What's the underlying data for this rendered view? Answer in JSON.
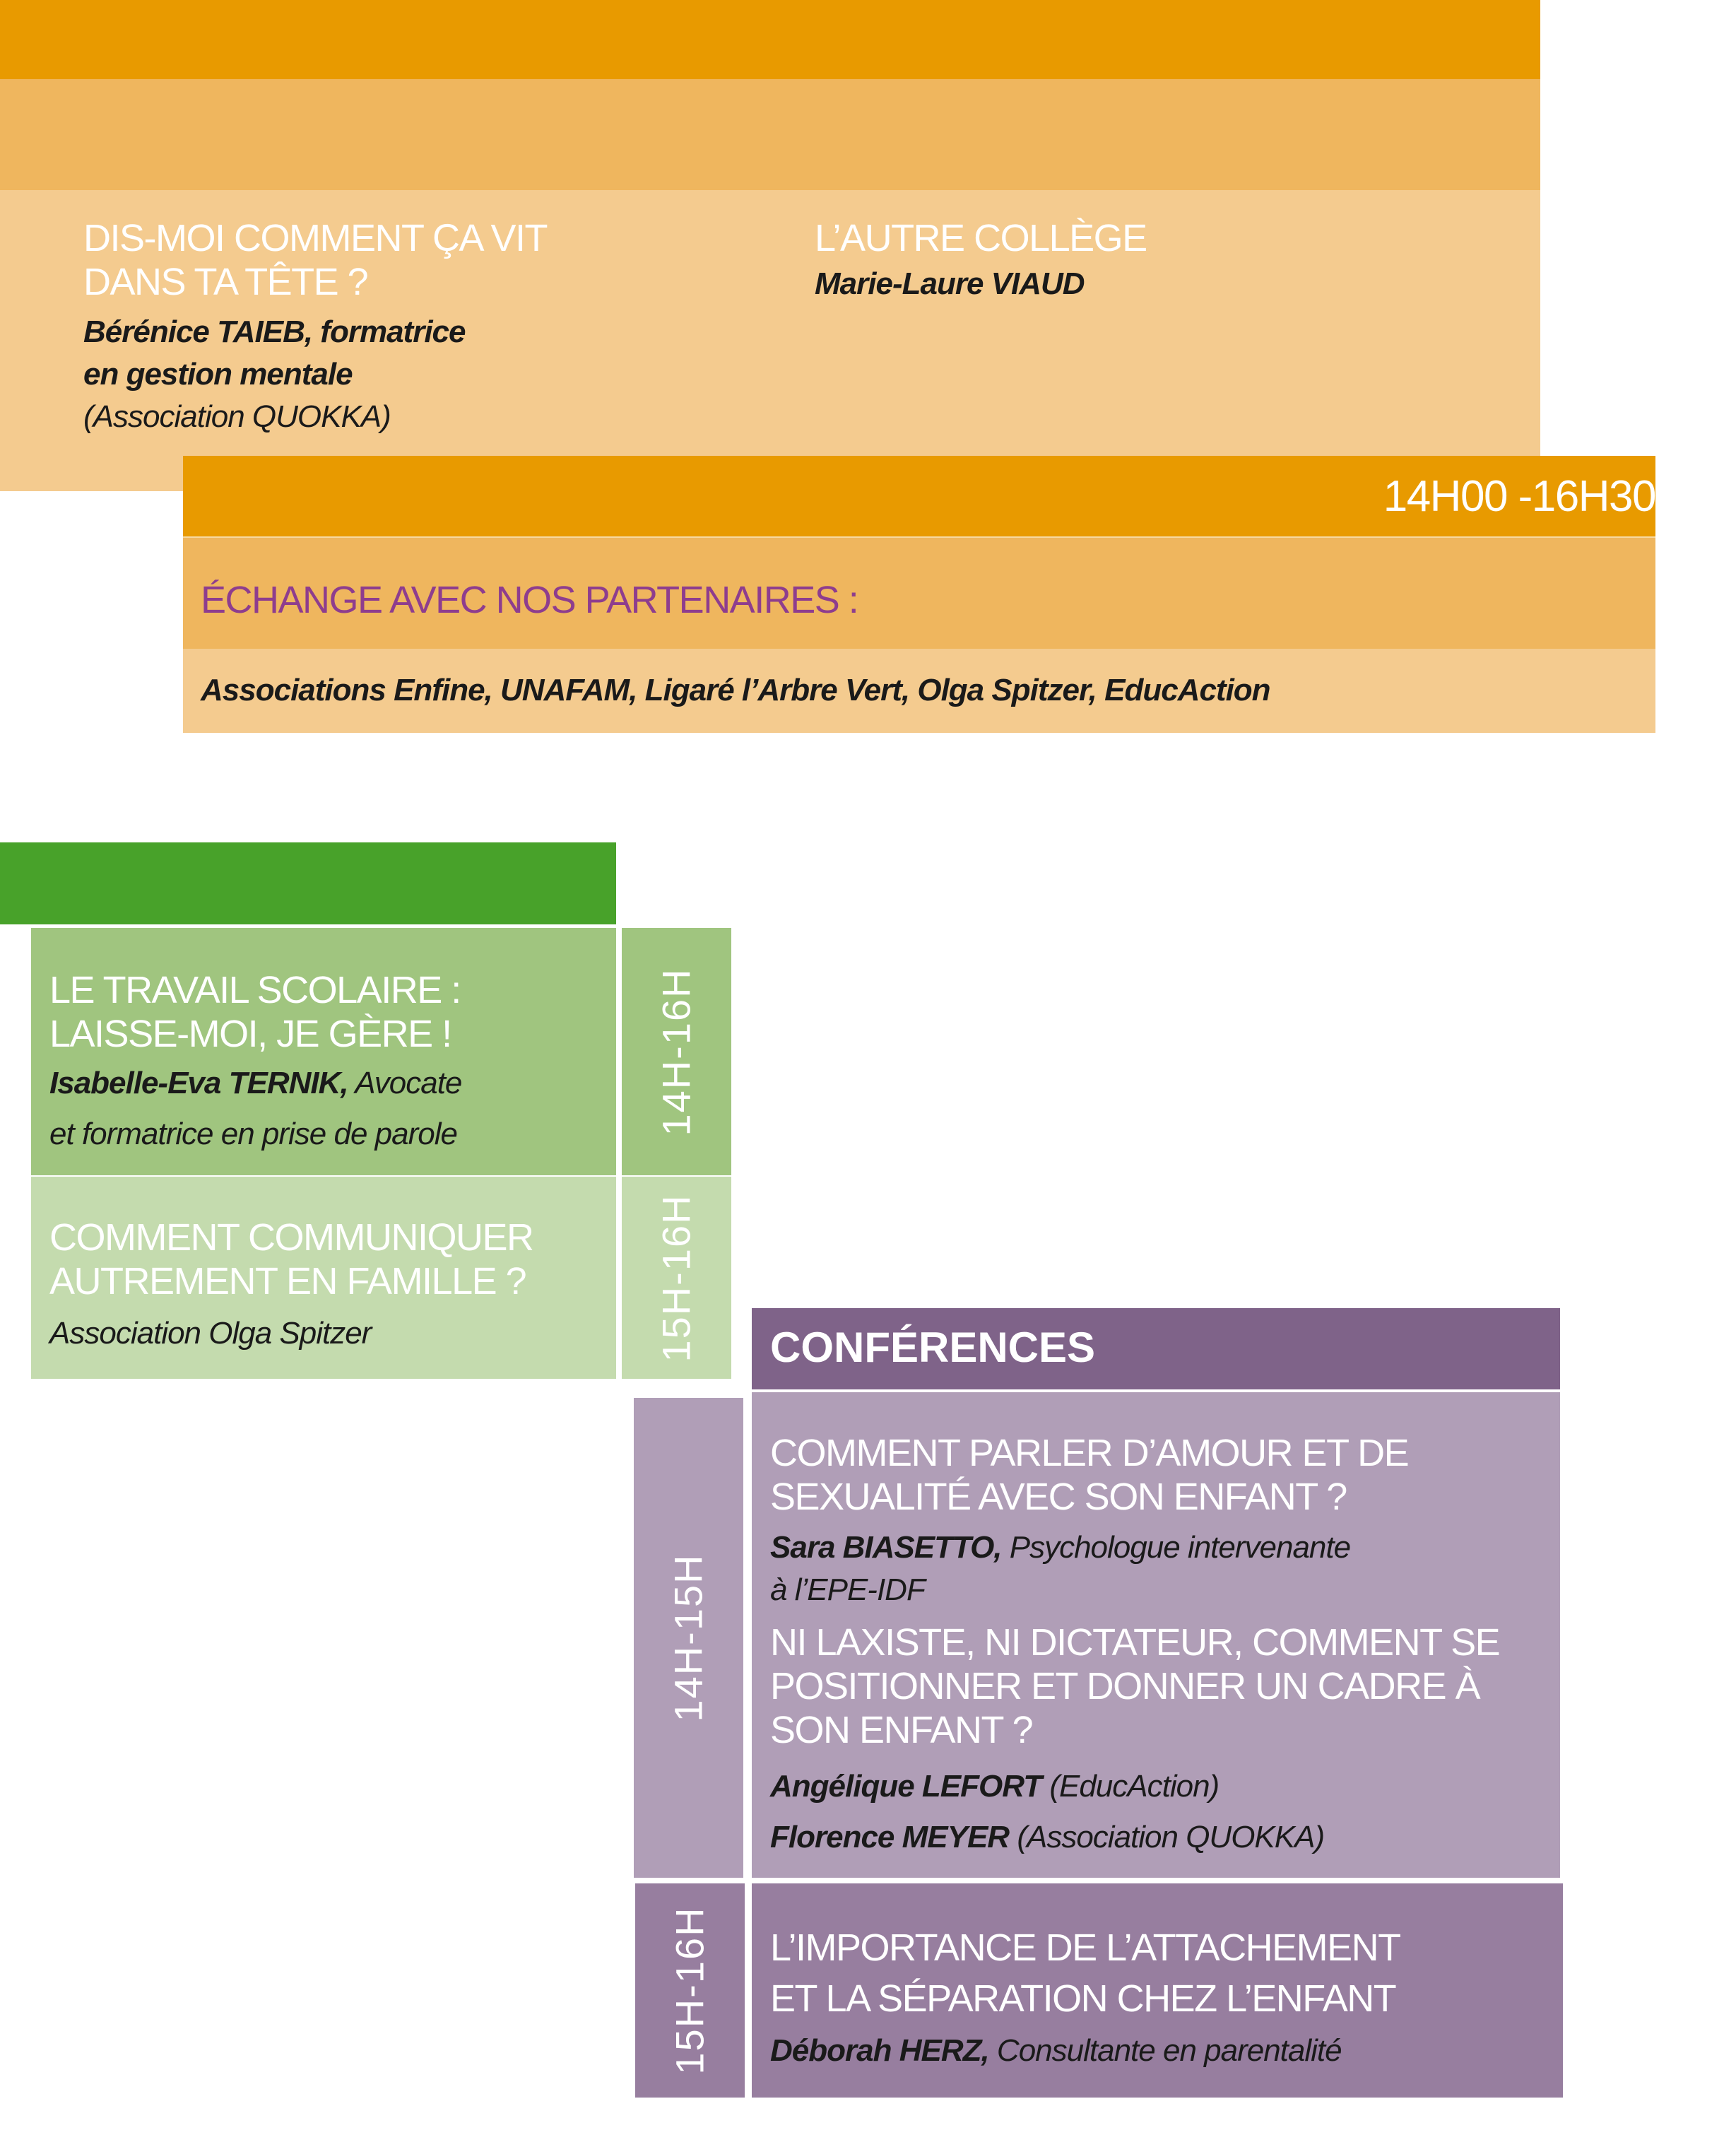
{
  "colors": {
    "orange": "#E89A00",
    "orange_light": "#EFB65E",
    "orange_pale": "#F4CB8F",
    "green": "#48A22A",
    "green_mid": "#A0C57F",
    "green_pale": "#C4DBAE",
    "purple_dark": "#7F6389",
    "purple_mid": "#B09EB7",
    "purple_deep": "#977E9F",
    "magenta": "#8E3D8E"
  },
  "top": {
    "item1": {
      "title1": "DIS-MOI COMMENT ÇA VIT",
      "title2": "DANS TA TÊTE ?",
      "speaker1": "Bérénice TAIEB, formatrice",
      "speaker2": "en gestion mentale",
      "org": "(Association QUOKKA)"
    },
    "item2": {
      "title": "L’AUTRE COLLÈGE",
      "speaker": "Marie-Laure VIAUD"
    }
  },
  "exchange": {
    "time": "14H00 -16H30",
    "title": "ÉCHANGE AVEC NOS PARTENAIRES :",
    "partners": "Associations Enfine, UNAFAM, Ligaré l’Arbre Vert, Olga Spitzer, EducAction"
  },
  "workshops": [
    {
      "time": "14H-16H",
      "title1": "LE TRAVAIL SCOLAIRE :",
      "title2": "LAISSE-MOI, JE GÈRE !",
      "speaker_name": "Isabelle-Eva TERNIK,",
      "speaker_role": " Avocate",
      "speaker_role2": "et formatrice  en prise de parole"
    },
    {
      "time": "15H-16H",
      "title1": "COMMENT COMMUNIQUER",
      "title2": "AUTREMENT EN FAMILLE ?",
      "speaker": "Association Olga Spitzer"
    }
  ],
  "conferences": {
    "header": "CONFÉRENCES",
    "slot1": {
      "time": "14H-15H",
      "talk1": {
        "title1": "COMMENT PARLER D’AMOUR ET DE",
        "title2": "SEXUALITÉ AVEC SON ENFANT ?",
        "speaker_name": "Sara BIASETTO,",
        "speaker_role": " Psychologue intervenante",
        "speaker_role2": "à l’EPE-IDF"
      },
      "talk2": {
        "title1": "NI LAXISTE, NI DICTATEUR, COMMENT SE",
        "title2": "POSITIONNER ET DONNER UN CADRE À",
        "title3": "SON ENFANT ?",
        "speaker1_name": "Angélique LEFORT",
        "speaker1_org": " (EducAction)",
        "speaker2_name": "Florence MEYER",
        "speaker2_org": " (Association QUOKKA)"
      }
    },
    "slot2": {
      "time": "15H-16H",
      "title1": "L’IMPORTANCE DE L’ATTACHEMENT",
      "title2": "ET LA SÉPARATION CHEZ L’ENFANT",
      "speaker_name": "Déborah HERZ,",
      "speaker_role": " Consultante en parentalité"
    }
  }
}
